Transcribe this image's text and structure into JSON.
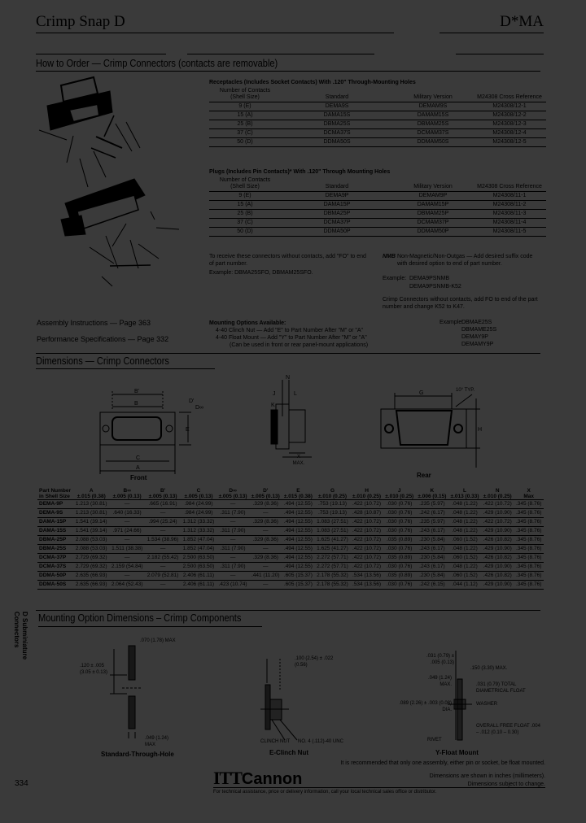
{
  "header": {
    "title": "Crimp Snap D",
    "series_code": "D*MA"
  },
  "how_to_order": {
    "title": "How to Order — Crimp Connectors (contacts are removable)",
    "receptacles": {
      "title": "Receptacles (Includes Socket Contacts) With .120\" Through-Mounting Holes",
      "columns": [
        "Number of Contacts (Shell Size)",
        "Standard",
        "Military Version",
        "M24308 Cross Reference"
      ],
      "rows": [
        [
          "9 (E)",
          "DEMA9S",
          "DEMAM9S",
          "M24308/12-1"
        ],
        [
          "15 (A)",
          "DAMA15S",
          "DAMAM15S",
          "M24308/12-2"
        ],
        [
          "25 (B)",
          "DBMA25S",
          "DBMAM25S",
          "M24308/12-3"
        ],
        [
          "37 (C)",
          "DCMA37S",
          "DCMAM37S",
          "M24308/12-4"
        ],
        [
          "50 (D)",
          "DDMA50S",
          "DDMAM50S",
          "M24308/12-5"
        ]
      ]
    },
    "plugs": {
      "title": "Plugs (Includes Pin Contacts)* With .120\" Through Mounting Holes",
      "columns": [
        "Number of Contacts (Shell Size)",
        "Standard",
        "Military Version",
        "M24308 Cross Reference"
      ],
      "rows": [
        [
          "9 (E)",
          "DEMA9P",
          "DEMAM9P",
          "M24308/11-1"
        ],
        [
          "15 (A)",
          "DAMA15P",
          "DAMAM15P",
          "M24308/11-2"
        ],
        [
          "25 (B)",
          "DBMA25P",
          "DBMAM25P",
          "M24308/11-3"
        ],
        [
          "37 (C)",
          "DCMA37P",
          "DCMAM37P",
          "M24308/11-4"
        ],
        [
          "50 (D)",
          "DDMA50P",
          "DDMAM50P",
          "M24308/11-5"
        ]
      ]
    },
    "note_without_contacts": "To receive these connectors without contacts, add \"FO\" to end of part number.",
    "note_example": "Example: DBMA25SFO, DBMAM25SFO.",
    "nmb_label": "NMB",
    "nmb_text": "Non-Magnetic/Non-Outgas — Add desired suffix code with desired option to end of part number.",
    "nmb_example_label": "Example:",
    "nmb_examples": [
      "DEMA9PSNMB",
      "DEMA9PSNMB-K52"
    ],
    "crimp_note": "Crimp Connectors without contacts, add FO to end of the part number and change K52 to K47.",
    "mounting_examples_label": "Example:",
    "mounting_examples": [
      "DBMAE25S",
      "DBMAME25S",
      "DEMAY9P",
      "DEMAMY9P"
    ],
    "assembly_ref": "Assembly Instructions — Page 363",
    "performance_ref": "Performance Specifications — Page 332",
    "mounting_options_title": "Mounting Options Available:",
    "mounting_options": [
      "4-40 Clinch Nut — Add \"E\" to Part Number After \"M\" or \"A\"",
      "4-40 Float Mount — Add \"Y\" to Part Number After \"M\" or \"A\"",
      "(Can be used in front or rear panel-mount applications)"
    ]
  },
  "dimensions": {
    "title": "Dimensions — Crimp Connectors",
    "view_labels": {
      "front": "Front",
      "rear": "Rear",
      "typ": "10° TYP.",
      "xmax": "X MAX."
    },
    "columns": [
      {
        "name": "Part Number",
        "tol": "in Shell Size"
      },
      {
        "name": "A",
        "tol": "±.015 (0.38)"
      },
      {
        "name": "B∞",
        "tol": "±.005 (0.13)"
      },
      {
        "name": "B'",
        "tol": "±.005 (0.13)"
      },
      {
        "name": "C",
        "tol": "±.005 (0.13)"
      },
      {
        "name": "D∞",
        "tol": "±.005 (0.13)"
      },
      {
        "name": "D'",
        "tol": "±.005 (0.13)"
      },
      {
        "name": "E",
        "tol": "±.015 (0.38)"
      },
      {
        "name": "G",
        "tol": "±.010 (0.25)"
      },
      {
        "name": "H",
        "tol": "±.010 (0.25)"
      },
      {
        "name": "J",
        "tol": "±.010 (0.25)"
      },
      {
        "name": "K",
        "tol": "±.006 (0.15)"
      },
      {
        "name": "L",
        "tol": "±.013 (0.33)"
      },
      {
        "name": "N",
        "tol": "±.010 (0.25)"
      },
      {
        "name": "X",
        "tol": "Max"
      }
    ],
    "rows": [
      [
        "DEMA-9P",
        "1.213 (30.81)",
        "—",
        ".665 (16.91)",
        ".984 (24.99)",
        "—",
        ".329 (8.36)",
        ".494 (12.55)",
        ".753 (19.13)",
        ".422 (10.72)",
        ".030 (0.76)",
        ".235 (5.97)",
        ".048 (1.22)",
        ".422 (10.72)",
        ".345 (8.76)"
      ],
      [
        "DEMA-9S",
        "1.213 (30.81)",
        ".640 (16.33)",
        "—",
        ".984 (24.99)",
        ".311 (7.90)",
        "—",
        ".494 (12.55)",
        ".753 (19.13)",
        ".428 (10.87)",
        ".030 (0.76)",
        ".242 (6.17)",
        ".048 (1.22)",
        ".429 (10.90)",
        ".345 (8.76)"
      ],
      [
        "DAMA-15P",
        "1.541 (39.14)",
        "—",
        ".994 (25.24)",
        "1.312 (33.32)",
        "—",
        ".329 (8.36)",
        ".494 (12.55)",
        "1.083 (27.51)",
        ".422 (10.72)",
        ".030 (0.76)",
        ".235 (5.97)",
        ".048 (1.22)",
        ".422 (10.72)",
        ".345 (8.76)"
      ],
      [
        "DAMA-15S",
        "1.541 (39.14)",
        ".971 (24.66)",
        "—",
        "1.312 (33.32)",
        ".311 (7.90)",
        "—",
        ".494 (12.55)",
        "1.083 (27.51)",
        ".422 (10.72)",
        ".030 (0.76)",
        ".243 (6.17)",
        ".048 (1.22)",
        ".429 (10.90)",
        ".345 (8.76)"
      ],
      [
        "DBMA-25P",
        "2.088 (53.03)",
        "—",
        "1.534 (38.96)",
        "1.852 (47.04)",
        "—",
        ".329 (8.36)",
        ".494 (12.55)",
        "1.625 (41.27)",
        ".422 (10.72)",
        ".035 (0.89)",
        ".230 (5.84)",
        ".060 (1.52)",
        ".426 (10.82)",
        ".345 (8.76)"
      ],
      [
        "DBMA-25S",
        "2.088 (53.03)",
        "1.511 (38.38)",
        "—",
        "1.852 (47.04)",
        ".311 (7.90)",
        "—",
        ".494 (12.55)",
        "1.625 (41.27)",
        ".422 (10.72)",
        ".030 (0.76)",
        ".243 (6.17)",
        ".048 (1.22)",
        ".429 (10.90)",
        ".345 (8.76)"
      ],
      [
        "DCMA-37P",
        "2.729 (69.32)",
        "—",
        "2.182 (55.42)",
        "2.500 (63.50)",
        "—",
        ".329 (8.36)",
        ".494 (12.55)",
        "2.272 (57.71)",
        ".422 (10.72)",
        ".035 (0.89)",
        ".230 (5.84)",
        ".060 (1.52)",
        ".426 (10.82)",
        ".345 (8.76)"
      ],
      [
        "DCMA-37S",
        "2.729 (69.32)",
        "2.159 (54.84)",
        "—",
        "2.500 (63.50)",
        ".311 (7.90)",
        "—",
        ".494 (12.55)",
        "2.272 (57.71)",
        ".422 (10.72)",
        ".030 (0.76)",
        ".243 (6.17)",
        ".048 (1.22)",
        ".429 (10.90)",
        ".345 (8.76)"
      ],
      [
        "DDMA-50P",
        "2.635 (66.93)",
        "—",
        "2.079 (52.81)",
        "2.406 (61.11)",
        "—",
        ".441 (11.20)",
        ".605 (15.37)",
        "2.178 (55.32)",
        ".534 (13.56)",
        ".035 (0.89)",
        ".230 (5.84)",
        ".060 (1.52)",
        ".426 (10.82)",
        ".345 (8.76)"
      ],
      [
        "DDMA-50S",
        "2.635 (66.93)",
        "2.064 (52.43)",
        "—",
        "2.406 (61.11)",
        ".423 (10.74)",
        "—",
        ".605 (15.37)",
        "2.178 (55.32)",
        ".534 (13.56)",
        ".030 (0.76)",
        ".242 (6.15)",
        ".044 (1.12)",
        ".429 (10.90)",
        ".345 (8.76)"
      ]
    ]
  },
  "mounting_dims": {
    "title": "Mounting Option Dimensions – Crimp Components",
    "standard": {
      "caption": "Standard-Through-Hole",
      "dim_top": ".070 (1.78) MAX",
      "dim_hole": ".120 ± .005 (3.05 ± 0.13)",
      "dim_bottom": ".049 (1.24) MAX"
    },
    "clinch": {
      "caption": "E-Clinch Nut",
      "dim_top": ".100 (2.54) ± .022 (0.56)",
      "label_nut": "CLINCH NUT",
      "label_thread": "NO. 4 (.112)-40 UNC"
    },
    "float": {
      "caption": "Y-Float Mount",
      "dim_a": ".031 (0.79) ± .005 (0.13)",
      "dim_b": ".150 (3.30) MAX.",
      "dim_c": ".049 (1.24) MAX.",
      "dim_d": ".031 (0.79) TOTAL DIAMETRICAL FLOAT",
      "dim_e": ".089 (2.26) ± .003 (0.08) DIA.",
      "label_washer": "WASHER",
      "label_float": "OVERALL FREE FLOAT .004 – .012 (0.10 – 0.30)",
      "label_rivet": "RIVET"
    }
  },
  "side_tab": {
    "line1": "D Subminiature",
    "line2": "Connectors"
  },
  "footer": {
    "page_number": "334",
    "logo_itt": "ITT",
    "logo_cannon": "Cannon",
    "float_note": "It is recommended that only one assembly, either pin or socket, be float mounted.",
    "dims_note": "Dimensions are shown in inches (millimeters).",
    "change_note": "Dimensions subject to change.",
    "contact_note": "For technical assistance, price or delivery information, call your local technical sales office or distributor."
  }
}
